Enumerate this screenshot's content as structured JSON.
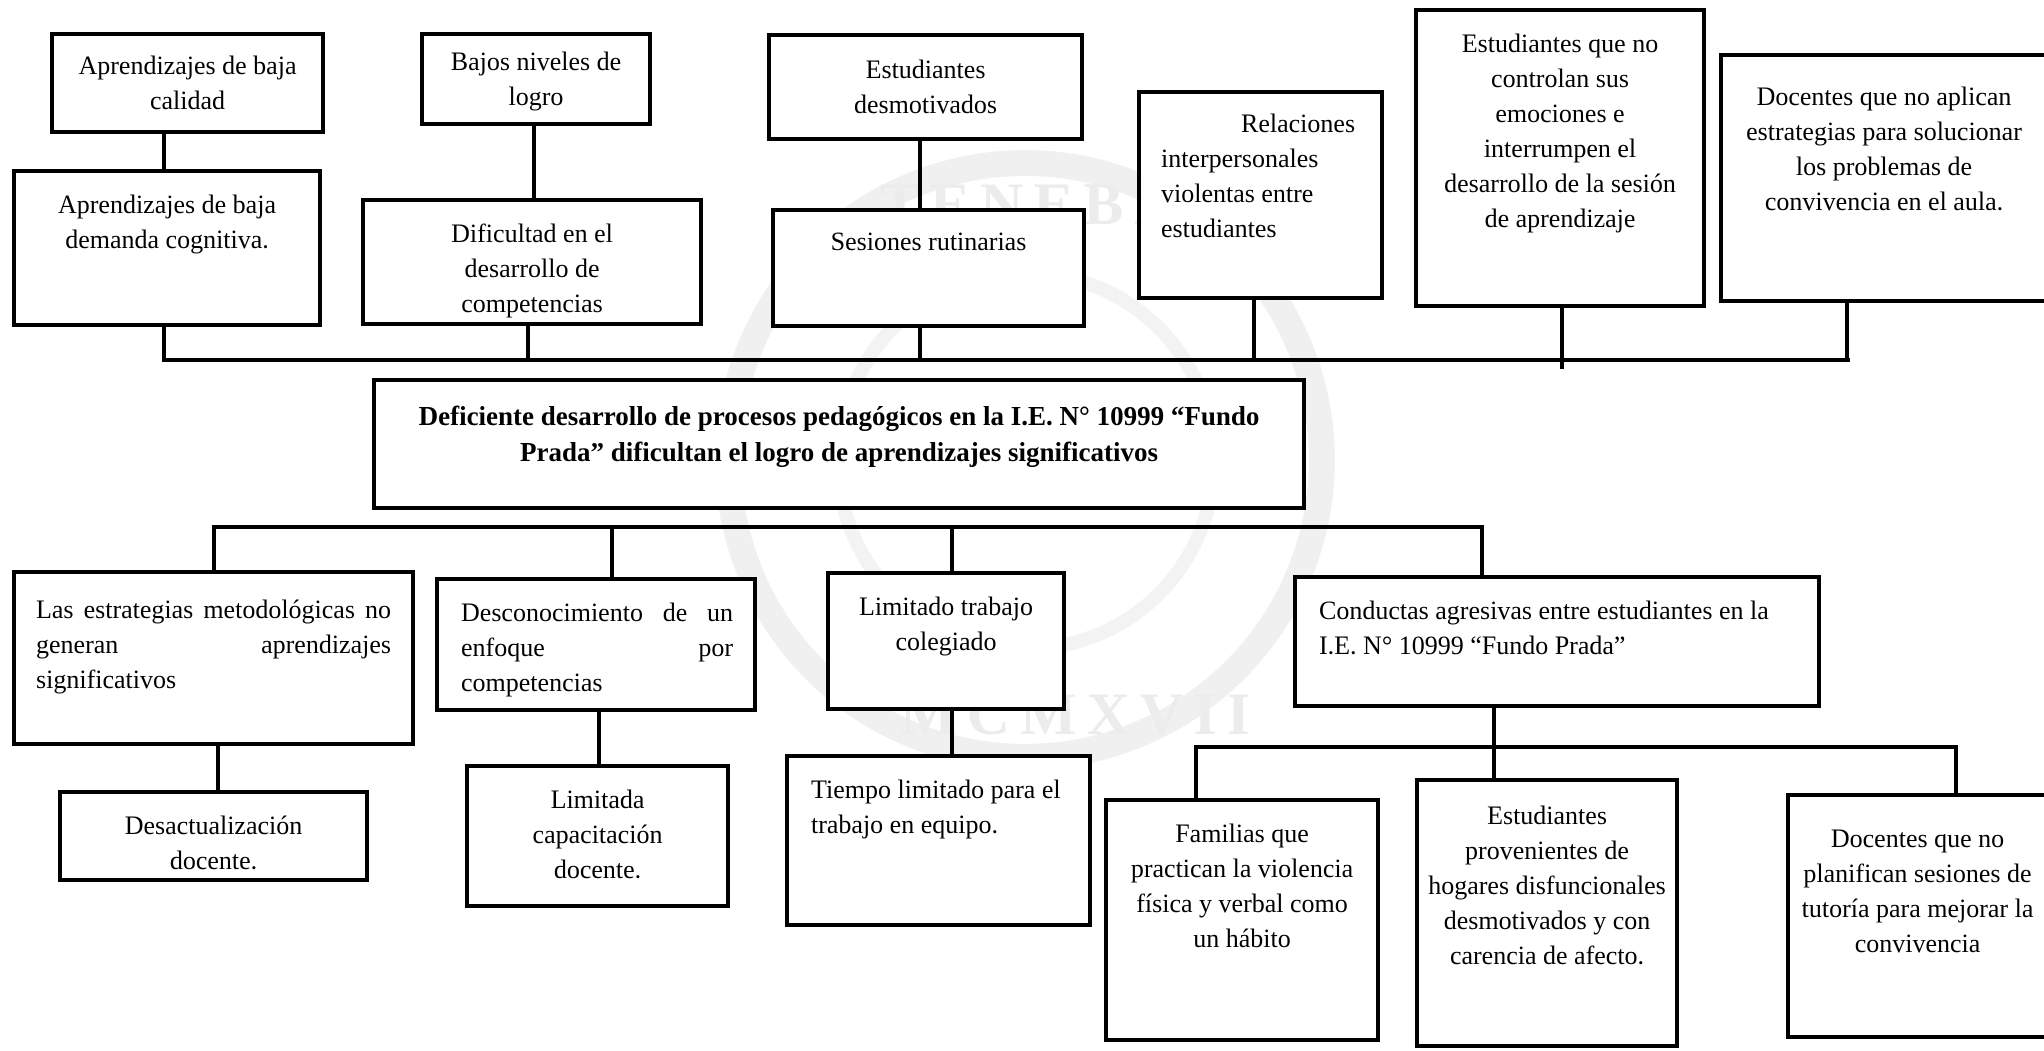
{
  "diagram": {
    "central_problem": "Deficiente desarrollo de procesos pedagógicos en la I.E. N° 10999 “Fundo Prada” dificultan el logro de aprendizajes significativos",
    "effects_top": [
      "Aprendizajes de baja calidad",
      "Bajos niveles de logro",
      "Estudiantes desmotivados"
    ],
    "effects_mid": [
      "Aprendizajes de baja demanda cognitiva.",
      "Dificultad en el desarrollo de competencias",
      "Sesiones rutinarias",
      "Relaciones interpersonales violentas entre estudiantes",
      "Estudiantes que no controlan sus emociones e interrumpen el desarrollo de la sesión de aprendizaje",
      "Docentes que no aplican estrategias para solucionar los problemas de convivencia en el aula."
    ],
    "causes": [
      "Las estrategias metodológicas no generan aprendizajes significativos",
      "Desconocimiento de un enfoque por competencias",
      "Limitado trabajo colegiado",
      "Conductas agresivas  entre estudiantes en la I.E. N° 10999 “Fundo Prada”"
    ],
    "sub_causes": [
      "Desactualización docente.",
      "Limitada capacitación docente.",
      "Tiempo limitado para el trabajo en equipo.",
      "Familias que practican la violencia física y verbal como un hábito",
      "Estudiantes provenientes de hogares disfuncionales desmotivados y con carencia de afecto.",
      "Docentes que no planifican sesiones de tutoría para mejorar la convivencia"
    ]
  }
}
